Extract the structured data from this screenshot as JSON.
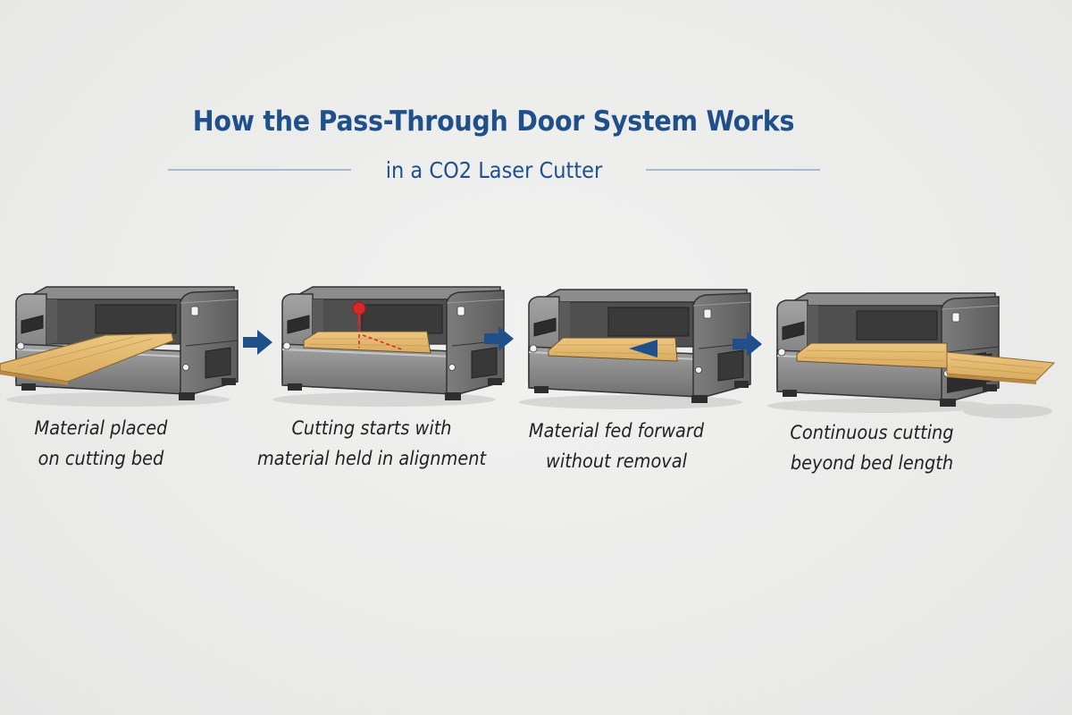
{
  "header": {
    "title": "How the Pass-Through Door System Works",
    "subtitle": "in a CO2 Laser Cutter"
  },
  "steps": [
    {
      "caption_line1": "Material placed",
      "caption_line2": "on cutting bed",
      "material_position": "loading from front-left"
    },
    {
      "caption_line1": "Cutting starts with",
      "caption_line2": "material held in alignment",
      "material_position": "on bed, laser active"
    },
    {
      "caption_line1": "Material fed forward",
      "caption_line2": "without removal",
      "material_position": "on bed, feed arrow"
    },
    {
      "caption_line1": "Continuous cutting",
      "caption_line2": "beyond bed length",
      "material_position": "extending out right pass-through door"
    }
  ],
  "colors": {
    "title": "#1f5089",
    "arrow": "#1f5089",
    "machine_body": "#8a8a8a",
    "machine_dark": "#4a4a4a",
    "material": "#e3b86e",
    "laser": "#d62a2a",
    "background": "#ececeb"
  },
  "icons": {
    "step_arrow": "right-arrow-icon",
    "laser_head": "laser-pin-icon",
    "feed_direction": "feed-triangle-icon"
  }
}
